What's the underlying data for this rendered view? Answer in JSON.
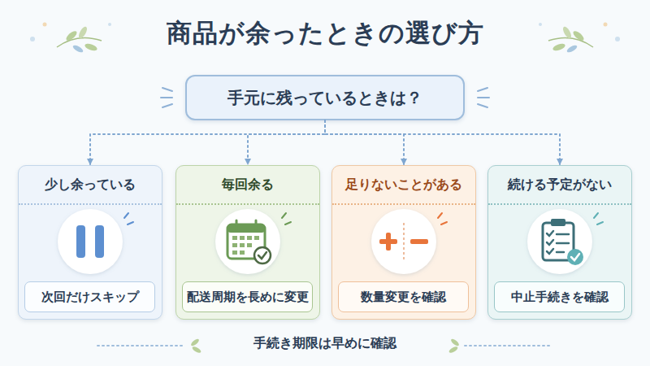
{
  "diagram": {
    "title": "商品が余ったときの選び方",
    "caption": "手続き期限は早めに確認",
    "nodes": [
      {
        "text": [
          "手元に残っているときは？"
        ]
      },
      {
        "text": [
          "少し余っている"
        ]
      },
      {
        "text": [
          "次回だけスキップ"
        ],
        "in": 1
      },
      {
        "text": [
          "毎回余る"
        ]
      },
      {
        "text": [
          "配送周期を長めに変更"
        ],
        "in": 3
      },
      {
        "text": [
          "足りないことがある"
        ]
      },
      {
        "text": [
          "数量変更を確認"
        ],
        "in": 5
      },
      {
        "text": [
          "続ける予定がない"
        ]
      },
      {
        "text": [
          "中止手続きを確認"
        ],
        "in": 7
      }
    ],
    "edges": [
      {
        "from": 0,
        "to": 1,
        "arrow": "to"
      },
      {
        "from": 0,
        "to": 3,
        "arrow": "to"
      },
      {
        "from": 0,
        "to": 5,
        "arrow": "to"
      },
      {
        "from": 0,
        "to": 7,
        "arrow": "to"
      }
    ]
  }
}
